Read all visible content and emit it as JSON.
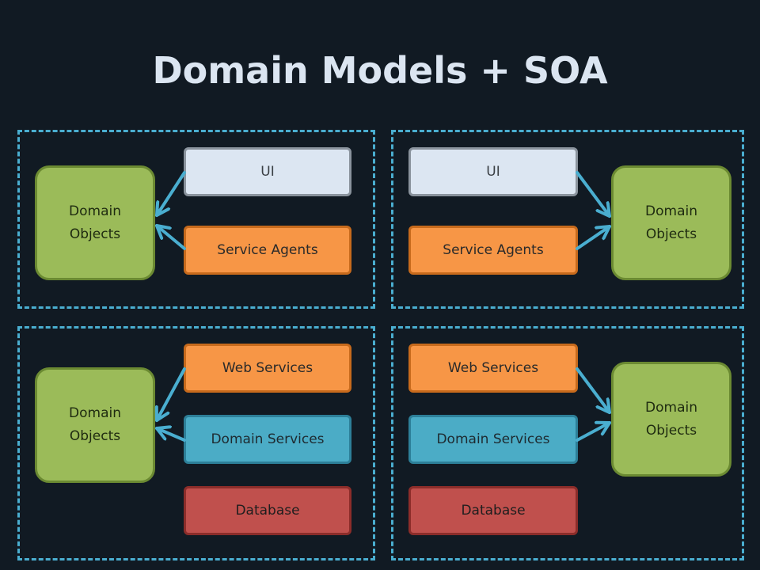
{
  "title": "Domain Models + SOA",
  "quadrants": [
    {
      "domain_objects": "Domain\nObjects",
      "boxes": [
        "UI",
        "Service Agents"
      ]
    },
    {
      "domain_objects": "Domain\nObjects",
      "boxes": [
        "UI",
        "Service Agents"
      ]
    },
    {
      "domain_objects": "Domain\nObjects",
      "boxes": [
        "Web Services",
        "Domain Services",
        "Database"
      ]
    },
    {
      "domain_objects": "Domain\nObjects",
      "boxes": [
        "Web Services",
        "Domain Services",
        "Database"
      ]
    }
  ],
  "colors": {
    "background": "#111a23",
    "dashed_border": "#4aaed0",
    "arrow": "#4aaed0",
    "ui": "#dce6f2",
    "service_agents": "#f79646",
    "web_services": "#f79646",
    "domain_services": "#4bacc6",
    "database": "#c0504d",
    "domain_objects": "#9bbb59"
  }
}
